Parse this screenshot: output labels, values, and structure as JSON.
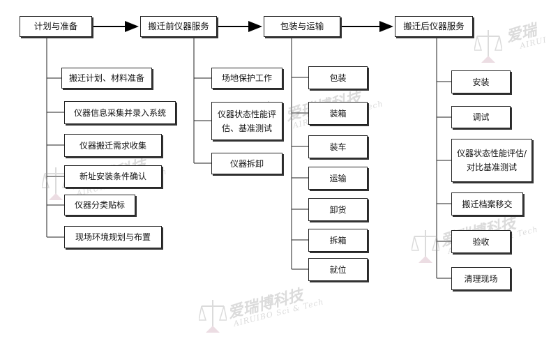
{
  "columns": [
    {
      "id": "plan",
      "title": "计划与准备",
      "items": [
        "搬迁计划、材料准备",
        "仪器信息采集并录入系统",
        "仪器搬迁需求收集",
        "新址安装条件确认",
        "仪器分类贴标",
        "现场环境规划与布置"
      ]
    },
    {
      "id": "pre",
      "title": "搬迁前仪器服务",
      "items": [
        "场地保护工作",
        "仪器状态性能评估、基准测试",
        "仪器拆卸"
      ]
    },
    {
      "id": "transport",
      "title": "包装与运输",
      "items": [
        "包装",
        "装箱",
        "装车",
        "运输",
        "卸货",
        "拆箱",
        "就位"
      ]
    },
    {
      "id": "post",
      "title": "搬迁后仪器服务",
      "items": [
        "安装",
        "调试",
        "仪器状态性能评估/对比基准测试",
        "搬迁档案移交",
        "验收",
        "清理现场"
      ]
    }
  ],
  "watermark": {
    "cn": "爱瑞博科技",
    "en": "AIRUIBO Sci & Tech",
    "cn_short": "爱瑞",
    "en_short": "AIRUI",
    "color": "#9a9a9a"
  }
}
